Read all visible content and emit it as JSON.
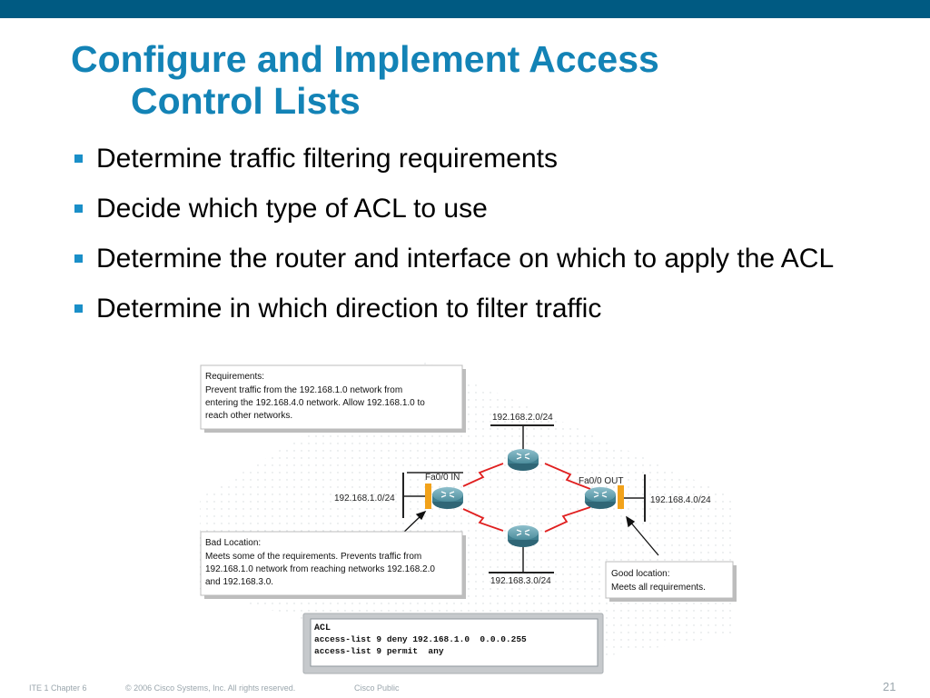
{
  "slide": {
    "title_line1": "Configure and Implement Access",
    "title_line2": "Control Lists",
    "bullets": [
      "Determine traffic filtering requirements",
      "Decide which type of ACL to use",
      "Determine the router and interface on which to apply the ACL",
      "Determine in which direction to filter traffic"
    ]
  },
  "diagram": {
    "requirements": {
      "heading": "Requirements:",
      "lines": [
        "Prevent traffic from the 192.168.1.0 network from",
        "entering the 192.168.4.0 network. Allow 192.168.1.0 to",
        "reach other networks."
      ]
    },
    "bad_location": {
      "heading": "Bad Location:",
      "lines": [
        "Meets some of the requirements. Prevents traffic from",
        "192.168.1.0 network from reaching networks 192.168.2.0",
        "and 192.168.3.0."
      ]
    },
    "good_location": {
      "heading": "Good location:",
      "lines": [
        "Meets all requirements."
      ]
    },
    "networks": {
      "net1": "192.168.1.0/24",
      "net2": "192.168.2.0/24",
      "net3": "192.168.3.0/24",
      "net4": "192.168.4.0/24"
    },
    "interfaces": {
      "in_label": "Fa0/0 IN",
      "out_label": "Fa0/0 OUT"
    },
    "acl": {
      "heading": "ACL",
      "lines": [
        "access-list 9 deny 192.168.1.0  0.0.0.255",
        "access-list 9 permit  any"
      ]
    },
    "colors": {
      "wan_link": "#e02020",
      "interface_marker": "#f2a21a",
      "router_body": "#3f7f8f"
    }
  },
  "footer": {
    "chapter": "ITE 1 Chapter 6",
    "copyright": "© 2006 Cisco Systems, Inc. All rights reserved.",
    "classification": "Cisco Public",
    "page": "21"
  }
}
